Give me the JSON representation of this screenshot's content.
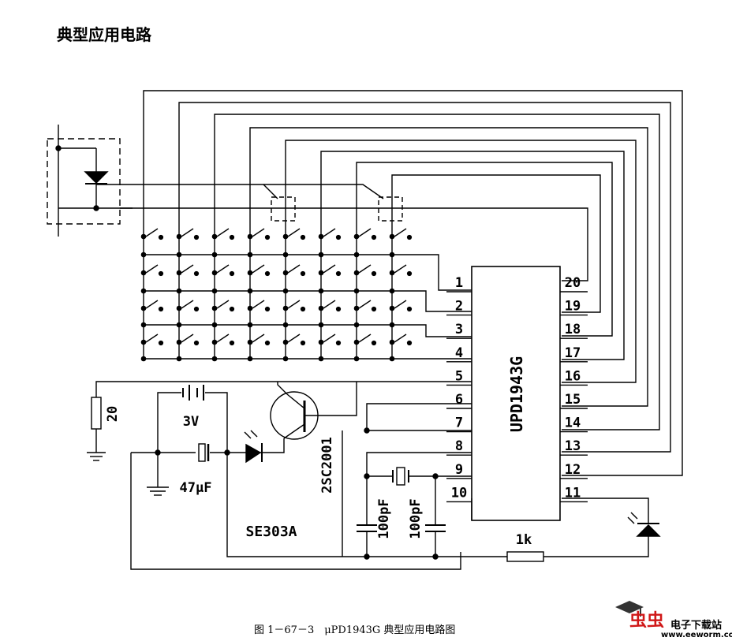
{
  "title": "典型应用电路",
  "caption": "图 1－67－3　μPD1943G 典型应用电路图",
  "ic": {
    "name": "UPD1943G",
    "left_pins": [
      "1",
      "2",
      "3",
      "4",
      "5",
      "6",
      "7",
      "8",
      "9",
      "10"
    ],
    "right_pins": [
      "20",
      "19",
      "18",
      "17",
      "16",
      "15",
      "14",
      "13",
      "12",
      "11"
    ]
  },
  "components": {
    "pot": "20",
    "battery": "3V",
    "cap_electrolytic": "47μF",
    "transistor": "2SC2001",
    "led_label": "SE303A",
    "cap1": "100pF",
    "cap2": "100pF",
    "resistor": "1k"
  },
  "watermark": {
    "name": "电子下载站",
    "url": "www.eeworm.com",
    "logo_text": "虫虫"
  }
}
